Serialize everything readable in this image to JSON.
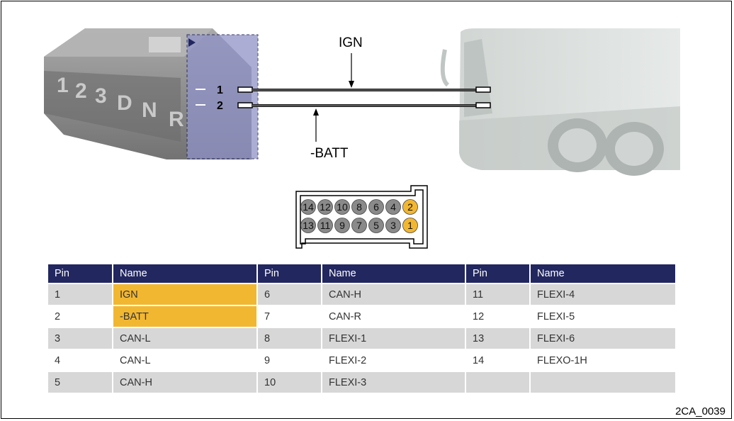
{
  "labels": {
    "ign": "IGN",
    "batt": "-BATT",
    "pin1": "1",
    "pin2": "2"
  },
  "selector_keys": [
    "1",
    "2",
    "3",
    "D",
    "N",
    "R"
  ],
  "connector": {
    "top_row": [
      "14",
      "12",
      "10",
      "8",
      "6",
      "4",
      "2"
    ],
    "bottom_row": [
      "13",
      "11",
      "9",
      "7",
      "5",
      "3",
      "1"
    ],
    "highlight_pins": [
      "1",
      "2"
    ]
  },
  "table": {
    "headers": [
      "Pin",
      "Name",
      "Pin",
      "Name",
      "Pin",
      "Name"
    ],
    "rows": [
      [
        "1",
        "IGN",
        "6",
        "CAN-H",
        "11",
        "FLEXI-4"
      ],
      [
        "2",
        "-BATT",
        "7",
        "CAN-R",
        "12",
        "FLEXI-5"
      ],
      [
        "3",
        "CAN-L",
        "8",
        "FLEXI-1",
        "13",
        "FLEXI-6"
      ],
      [
        "4",
        "CAN-L",
        "9",
        "FLEXI-2",
        "14",
        "FLEXO-1H"
      ],
      [
        "5",
        "CAN-H",
        "10",
        "FLEXI-3",
        "",
        ""
      ]
    ],
    "highlighted_names": [
      "IGN",
      "-BATT"
    ]
  },
  "figure_code": "2CA_0039",
  "colors": {
    "header_bg": "#22275f",
    "highlight": "#f2b731",
    "row_gray": "#d7d7d7",
    "overlay_blue": "#8f92c8"
  }
}
